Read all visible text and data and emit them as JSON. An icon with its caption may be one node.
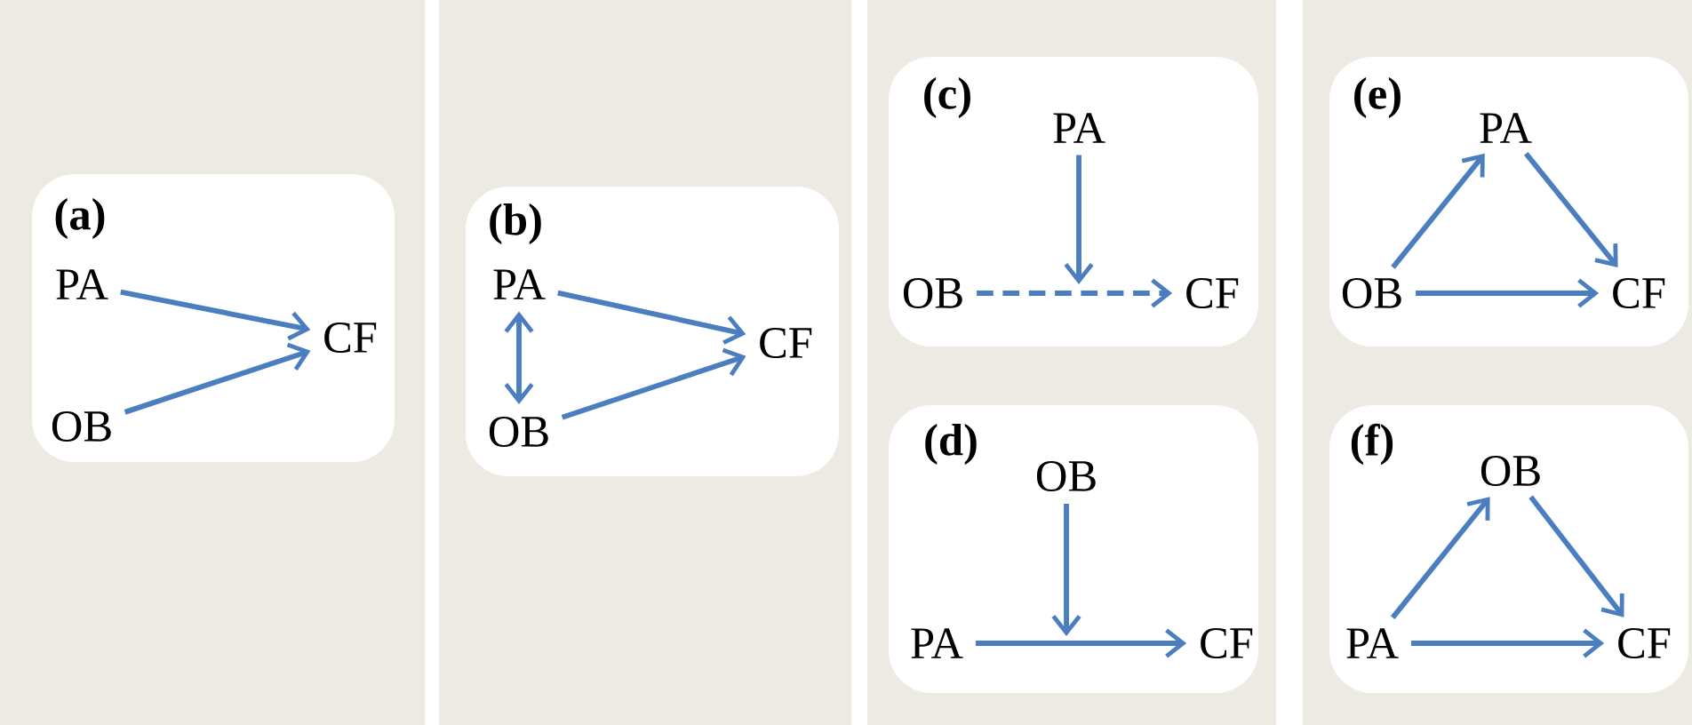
{
  "diagram": {
    "nodes": [
      {
        "text": [
          "(a)"
        ]
      },
      {
        "text": [
          "PA"
        ],
        "in": 0
      },
      {
        "text": [
          "CF"
        ],
        "in": 0
      },
      {
        "text": [
          "OB"
        ],
        "in": 0
      },
      {
        "text": [
          "(b)"
        ]
      },
      {
        "text": [
          "PA"
        ],
        "in": 4
      },
      {
        "text": [
          "CF"
        ],
        "in": 4
      },
      {
        "text": [
          "OB"
        ],
        "in": 4
      },
      {
        "text": [
          "(c)"
        ]
      },
      {
        "text": [
          "PA"
        ],
        "in": 8
      },
      {
        "text": [
          "OB"
        ],
        "in": 8
      },
      {
        "text": [
          "CF"
        ],
        "in": 8
      },
      {
        "text": [
          "(d)"
        ]
      },
      {
        "text": [
          "OB"
        ],
        "in": 12
      },
      {
        "text": [
          "PA"
        ],
        "in": 12
      },
      {
        "text": [
          "CF"
        ],
        "in": 12
      },
      {
        "text": [
          "(e)"
        ]
      },
      {
        "text": [
          "PA"
        ],
        "in": 16
      },
      {
        "text": [
          "OB"
        ],
        "in": 16
      },
      {
        "text": [
          "CF"
        ],
        "in": 16
      },
      {
        "text": [
          "(f)"
        ]
      },
      {
        "text": [
          "OB"
        ],
        "in": 20
      },
      {
        "text": [
          "PA"
        ],
        "in": 20
      },
      {
        "text": [
          "CF"
        ],
        "in": 20
      }
    ],
    "edges": [
      {
        "from": 1,
        "to": 2,
        "arrow": "to"
      },
      {
        "from": 3,
        "to": 2,
        "arrow": "to"
      },
      {
        "from": 5,
        "to": 6,
        "arrow": "to"
      },
      {
        "from": 7,
        "to": 6,
        "arrow": "to"
      },
      {
        "from": 5,
        "to": 7,
        "arrow": "both"
      },
      {
        "from": 10,
        "to": 11,
        "arrow": "to",
        "style": "dashed"
      },
      {
        "from": 9,
        "to": null,
        "arrow": "to"
      },
      {
        "from": 14,
        "to": 15,
        "arrow": "to"
      },
      {
        "from": 13,
        "to": null,
        "arrow": "to"
      },
      {
        "from": 18,
        "to": 17,
        "arrow": "to"
      },
      {
        "from": 17,
        "to": 19,
        "arrow": "to"
      },
      {
        "from": 18,
        "to": 19,
        "arrow": "to"
      },
      {
        "from": 22,
        "to": 21,
        "arrow": "to"
      },
      {
        "from": 21,
        "to": 23,
        "arrow": "to"
      },
      {
        "from": 22,
        "to": 23,
        "arrow": "to"
      }
    ]
  }
}
